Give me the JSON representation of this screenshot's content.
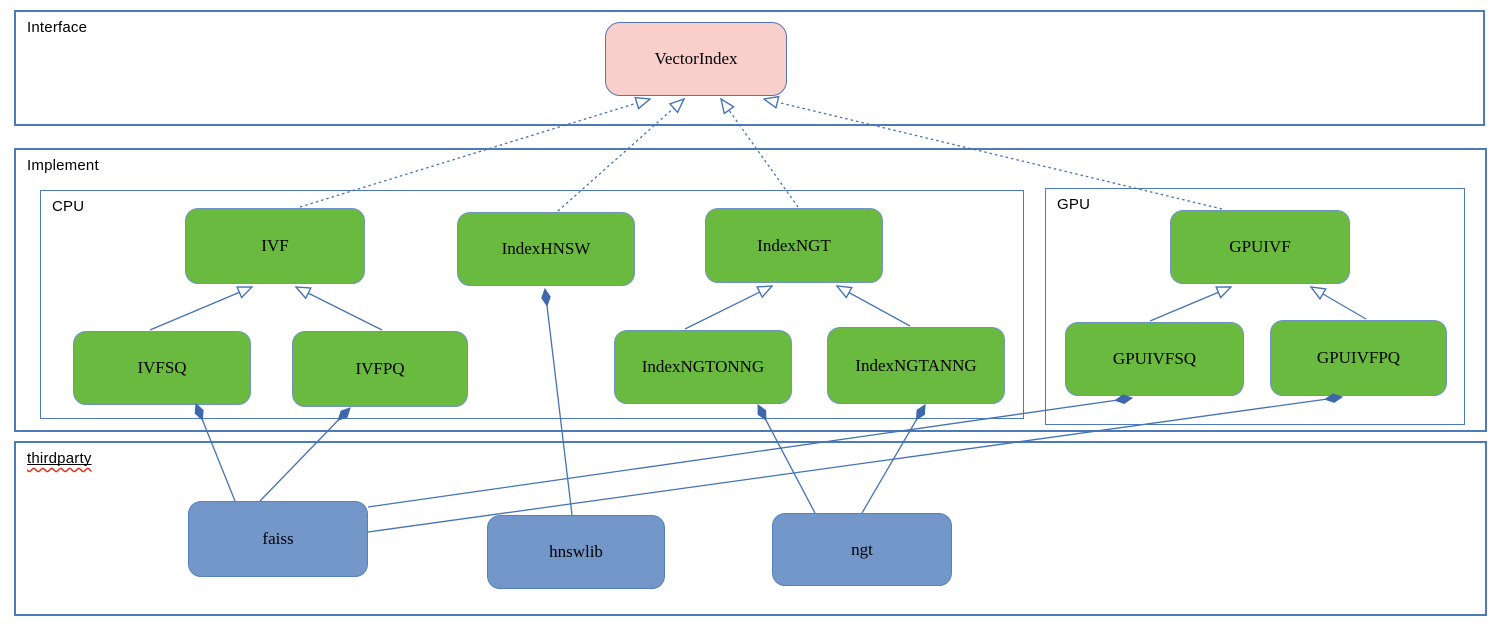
{
  "diagram": {
    "containers": {
      "interface": {
        "label": "Interface"
      },
      "implement": {
        "label": "Implement"
      },
      "cpu": {
        "label": "CPU"
      },
      "gpu": {
        "label": "GPU"
      },
      "thirdparty": {
        "label": "thirdparty",
        "spellcheck_marked": true
      }
    },
    "nodes": {
      "vectorindex": {
        "label": "VectorIndex",
        "group": "interface"
      },
      "ivf": {
        "label": "IVF",
        "group": "cpu"
      },
      "indexhnsw": {
        "label": "IndexHNSW",
        "group": "cpu"
      },
      "indexngt": {
        "label": "IndexNGT",
        "group": "cpu"
      },
      "ivfsq": {
        "label": "IVFSQ",
        "group": "cpu"
      },
      "ivfpq": {
        "label": "IVFPQ",
        "group": "cpu"
      },
      "indexngtonng": {
        "label": "IndexNGTONNG",
        "group": "cpu"
      },
      "indexngtanng": {
        "label": "IndexNGTANNG",
        "group": "cpu"
      },
      "gpuivf": {
        "label": "GPUIVF",
        "group": "gpu"
      },
      "gpuivfsq": {
        "label": "GPUIVFSQ",
        "group": "gpu"
      },
      "gpuivfpq": {
        "label": "GPUIVFPQ",
        "group": "gpu"
      },
      "faiss": {
        "label": "faiss",
        "group": "thirdparty"
      },
      "hnswlib": {
        "label": "hnswlib",
        "group": "thirdparty"
      },
      "ngt": {
        "label": "ngt",
        "group": "thirdparty"
      }
    },
    "edges": [
      {
        "from": "IVF",
        "to": "VectorIndex",
        "type": "realization",
        "style": "dashed-hollow-arrow"
      },
      {
        "from": "IndexHNSW",
        "to": "VectorIndex",
        "type": "realization",
        "style": "dashed-hollow-arrow"
      },
      {
        "from": "IndexNGT",
        "to": "VectorIndex",
        "type": "realization",
        "style": "dashed-hollow-arrow"
      },
      {
        "from": "GPUIVF",
        "to": "VectorIndex",
        "type": "realization",
        "style": "dashed-hollow-arrow"
      },
      {
        "from": "IVFSQ",
        "to": "IVF",
        "type": "inheritance",
        "style": "solid-hollow-arrow"
      },
      {
        "from": "IVFPQ",
        "to": "IVF",
        "type": "inheritance",
        "style": "solid-hollow-arrow"
      },
      {
        "from": "IndexNGTONNG",
        "to": "IndexNGT",
        "type": "inheritance",
        "style": "solid-hollow-arrow"
      },
      {
        "from": "IndexNGTANNG",
        "to": "IndexNGT",
        "type": "inheritance",
        "style": "solid-hollow-arrow"
      },
      {
        "from": "GPUIVFSQ",
        "to": "GPUIVF",
        "type": "inheritance",
        "style": "solid-hollow-arrow"
      },
      {
        "from": "GPUIVFPQ",
        "to": "GPUIVF",
        "type": "inheritance",
        "style": "solid-hollow-arrow"
      },
      {
        "from": "faiss",
        "to": "IVFSQ",
        "type": "composition",
        "style": "solid-filled-diamond"
      },
      {
        "from": "faiss",
        "to": "IVFPQ",
        "type": "composition",
        "style": "solid-filled-diamond"
      },
      {
        "from": "faiss",
        "to": "GPUIVFSQ",
        "type": "composition",
        "style": "solid-filled-diamond"
      },
      {
        "from": "faiss",
        "to": "GPUIVFPQ",
        "type": "composition",
        "style": "solid-filled-diamond"
      },
      {
        "from": "hnswlib",
        "to": "IndexHNSW",
        "type": "composition",
        "style": "solid-filled-diamond"
      },
      {
        "from": "ngt",
        "to": "IndexNGTONNG",
        "type": "composition",
        "style": "solid-filled-diamond"
      },
      {
        "from": "ngt",
        "to": "IndexNGTANNG",
        "type": "composition",
        "style": "solid-filled-diamond"
      }
    ],
    "colors": {
      "interface_node_fill": "#f8cfcb",
      "implement_node_fill": "#6aba3f",
      "thirdparty_node_fill": "#7297c8",
      "node_border": "#5e87c0",
      "container_border": "#4d7ab8",
      "edge_line": "#4472b4",
      "spellcheck_underline": "#e0321e",
      "text": "#000000"
    }
  }
}
